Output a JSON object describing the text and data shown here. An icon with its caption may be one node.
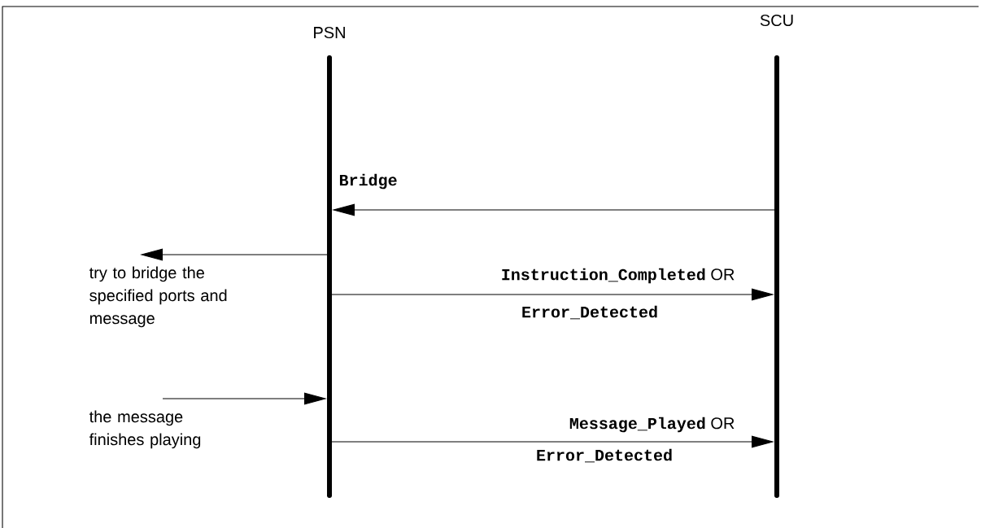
{
  "diagram": {
    "nodes": [
      {
        "text": [
          "PSN"
        ]
      },
      {
        "text": [
          "SCU"
        ]
      },
      {
        "text": [
          "try to bridge the specified ports and message"
        ]
      },
      {
        "text": [
          "the message finishes playing"
        ]
      }
    ],
    "edges": [
      {
        "from": 1,
        "to": 0,
        "arrow": "to",
        "label": "Bridge"
      },
      {
        "from": 0,
        "to": 2,
        "arrow": "to"
      },
      {
        "from": 0,
        "to": 1,
        "arrow": "to",
        "label": "**Instruction_Completed** OR"
      },
      {
        "from": 3,
        "to": 0,
        "arrow": "to"
      },
      {
        "from": 0,
        "to": 1,
        "arrow": "to",
        "label": "**Message_Played** OR"
      }
    ],
    "labels": [
      "Error_Detected",
      "Error_Detected"
    ]
  }
}
